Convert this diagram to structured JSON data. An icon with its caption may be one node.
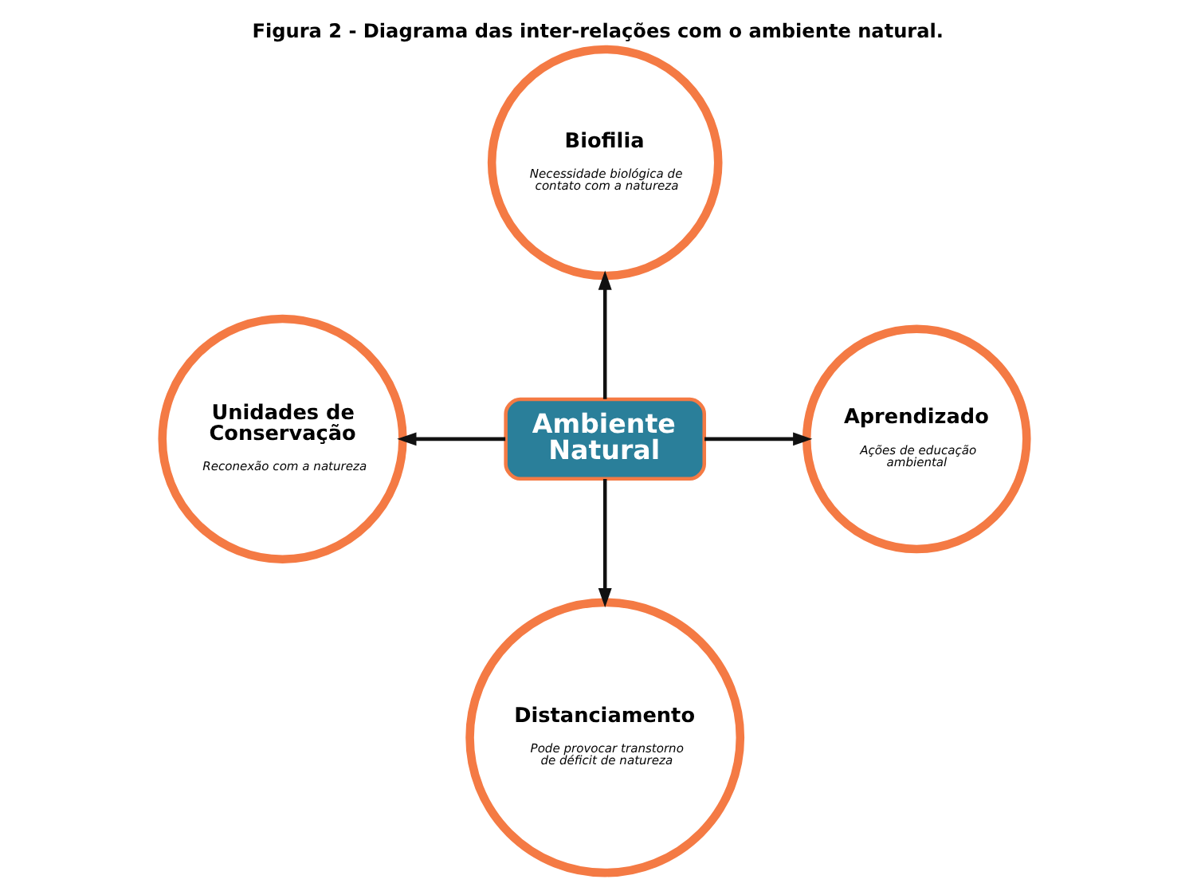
{
  "diagram": {
    "title": "Figura 2 - Diagrama das inter-relações com o ambiente natural.",
    "nodes": [
      {
        "text": [
          "Biofilia",
          "Necessidade biológica de contato com a natureza"
        ]
      },
      {
        "text": [
          "Unidades de Conservação",
          "Reconexão com a natureza"
        ]
      },
      {
        "text": [
          "Ambiente Natural"
        ]
      },
      {
        "text": [
          "Aprendizado",
          "Ações de educação ambiental"
        ]
      },
      {
        "text": [
          "Distanciamento",
          "Pode provocar transtorno de déficit de natureza"
        ]
      }
    ],
    "edges": [
      {
        "from": 2,
        "to": 0,
        "arrow": "to"
      },
      {
        "from": 2,
        "to": 1,
        "arrow": "to"
      },
      {
        "from": 2,
        "to": 3,
        "arrow": "to"
      },
      {
        "from": 2,
        "to": 4,
        "arrow": "to"
      }
    ]
  }
}
